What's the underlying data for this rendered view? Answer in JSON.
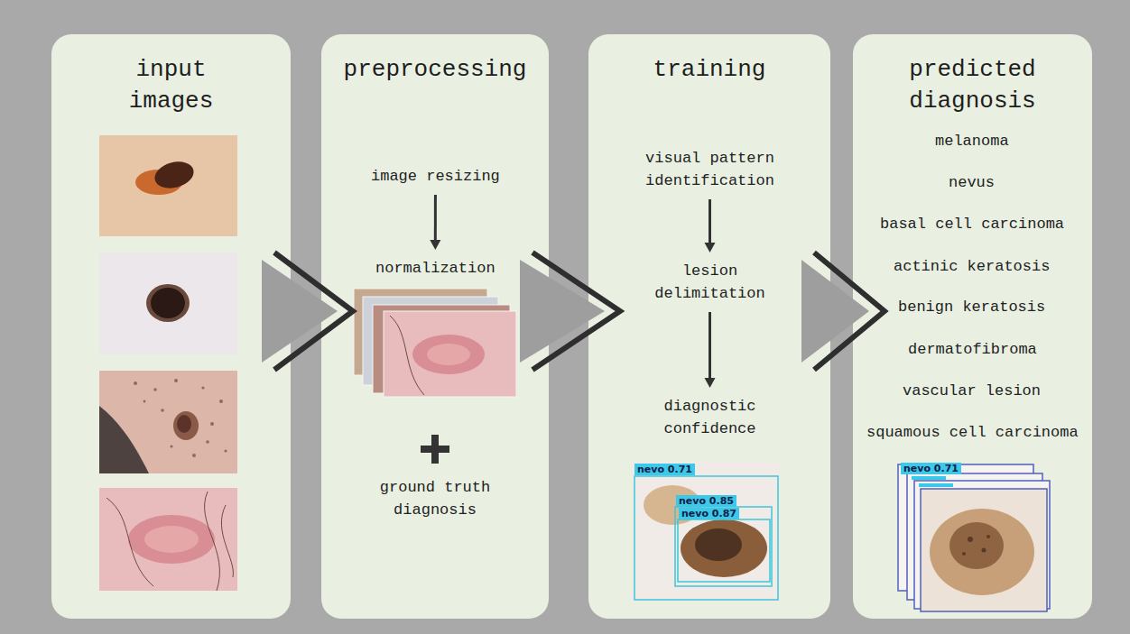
{
  "diagram": {
    "nodes": [
      {
        "text": [
          "input images"
        ]
      },
      {
        "text": [
          "preprocessing"
        ]
      },
      {
        "text": [
          "image resizing"
        ],
        "in": 1
      },
      {
        "text": [
          "normalization"
        ],
        "in": 1
      },
      {
        "text": [
          "ground truth diagnosis"
        ],
        "in": 1
      },
      {
        "text": [
          "training"
        ]
      },
      {
        "text": [
          "visual pattern identification"
        ],
        "in": 5
      },
      {
        "text": [
          "lesion delimitation"
        ],
        "in": 5
      },
      {
        "text": [
          "diagnostic confidence"
        ],
        "in": 5
      },
      {
        "text": [
          "predicted diagnosis"
        ]
      }
    ],
    "edges": [
      {
        "from": 0,
        "to": 1,
        "arrow": "to"
      },
      {
        "from": 1,
        "to": 5,
        "arrow": "to"
      },
      {
        "from": 5,
        "to": 9,
        "arrow": "to"
      },
      {
        "from": 2,
        "to": 3,
        "arrow": "to"
      },
      {
        "from": 6,
        "to": 7,
        "arrow": "to"
      },
      {
        "from": 7,
        "to": 8,
        "arrow": "to"
      }
    ],
    "labels": [
      "nevo 0.71",
      "nevo 0.85",
      "nevo 0.87",
      "melanoma",
      "nevus",
      "basal cell carcinoma",
      "actinic keratosis",
      "benign keratosis",
      "dermatofibroma",
      "vascular lesion",
      "squamous cell carcinoma",
      "nevo 0.71"
    ]
  }
}
